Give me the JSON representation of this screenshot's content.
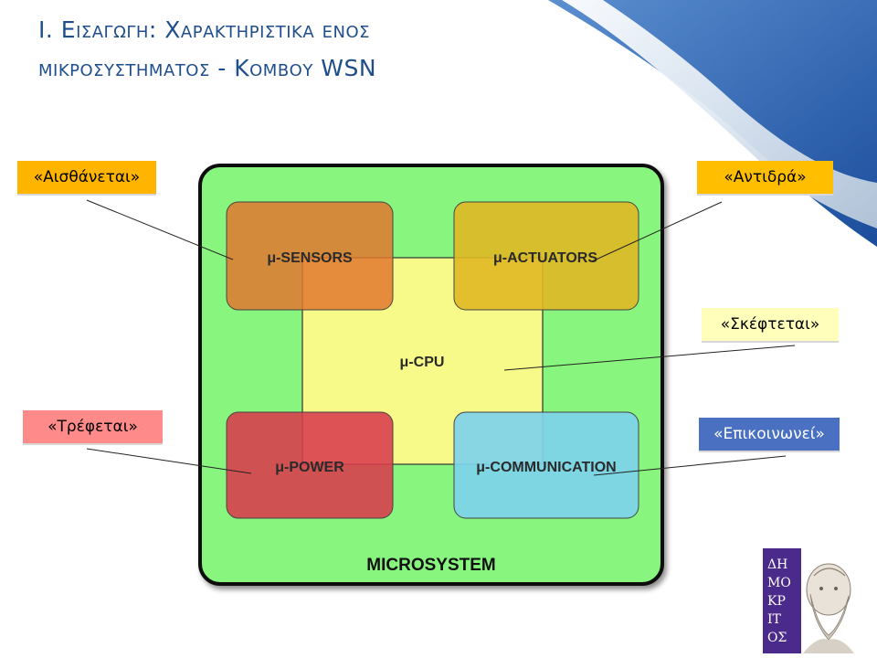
{
  "title": {
    "line1": "Ι. Εισαγωγη: Χαρακτηριστικα ενος",
    "line2": "μικροσυστηματος - Κομβου WSN"
  },
  "diagram": {
    "container_label": "MICROSYSTEM",
    "blocks": {
      "sensors": "μ-SENSORS",
      "actuators": "μ-ACTUATORS",
      "cpu": "μ-CPU",
      "power": "μ-POWER",
      "communication": "μ-COMMUNICATION"
    },
    "callouts": {
      "senses": "«Αισθάνεται»",
      "reacts": "«Αντιδρά»",
      "thinks": "«Σκέφτεται»",
      "feeds": "«Τρέφεται»",
      "communicates": "«Επικοινωνεί»"
    }
  },
  "logo": {
    "letters": "ΔΗΜΟΚΡΙΤΟΣ"
  },
  "colors": {
    "title": "#1f4e8c",
    "microsystem": "#88f57e",
    "sensors": "#e48745",
    "actuators": "#e2bf2c",
    "cpu": "#f7fa88",
    "power": "#dd4d5a",
    "communication": "#86d4e8",
    "callout_senses": "#ffb400",
    "callout_reacts": "#ffbf00",
    "callout_thinks": "#ffffbb",
    "callout_feeds": "#ff8a8a",
    "callout_communicates": "#4a71c1",
    "logo_bg": "#4a2a8a"
  }
}
